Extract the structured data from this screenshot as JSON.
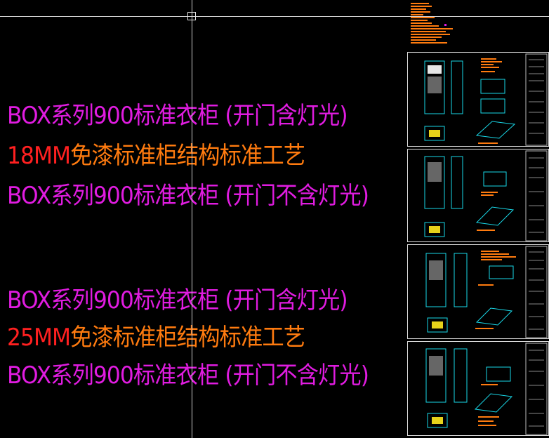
{
  "drawing_labels": {
    "group1": {
      "line1": "BOX系列900标准衣柜 (开门含灯光)",
      "line2_prefix": "18MM",
      "line2_rest": "免漆标准柜结构标准工艺",
      "line3": "BOX系列900标准衣柜 (开门不含灯光)"
    },
    "group2": {
      "line1": "BOX系列900标准衣柜 (开门含灯光)",
      "line2_prefix": "25MM",
      "line2_rest": "免漆标准柜结构标准工艺",
      "line3": "BOX系列900标准衣柜 (开门不含灯光)"
    }
  },
  "colors": {
    "background": "#000000",
    "magenta_text": "#e01ce0",
    "orange_text": "#ff7b0f",
    "red_text": "#ff2020",
    "crosshair": "#cfcfcf",
    "sheet_border": "#dcdcdc"
  },
  "cursor": {
    "type": "crosshair-with-pickbox"
  },
  "sheets_count": 4
}
